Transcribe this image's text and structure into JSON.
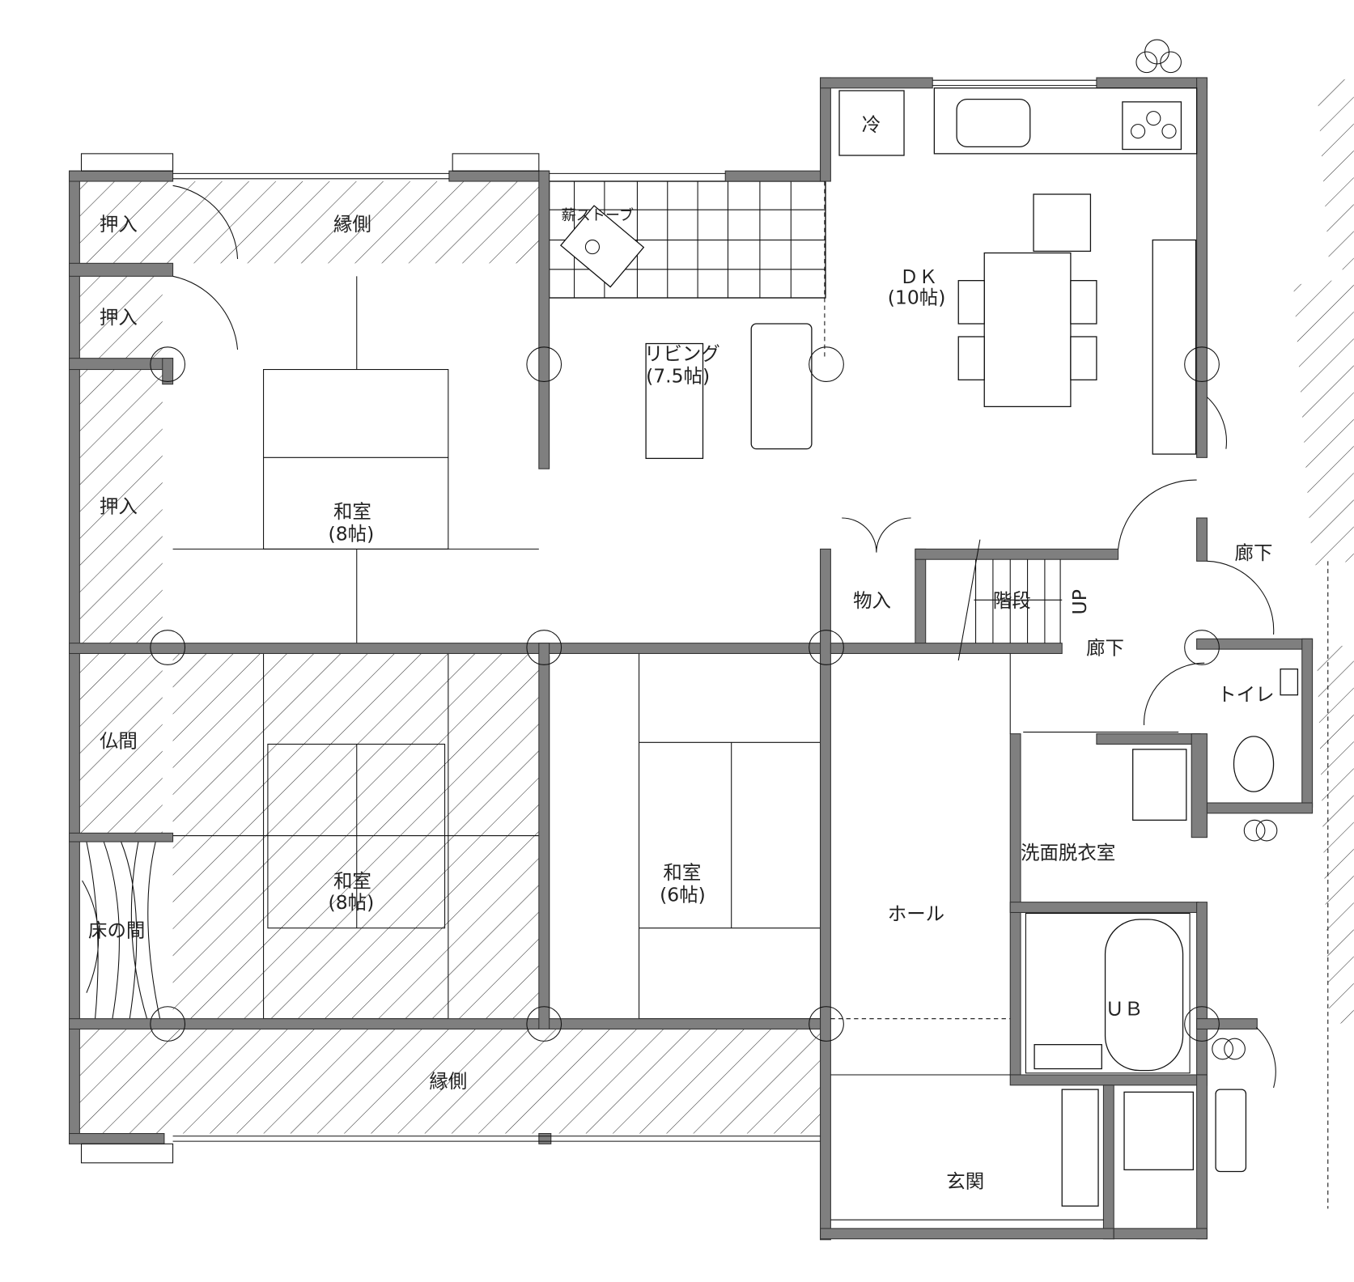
{
  "title": "Floor plan",
  "rooms": {
    "oshiire_1": "押入",
    "oshiire_2": "押入",
    "oshiire_3": "押入",
    "engawa_top": "縁側",
    "engawa_bottom": "縁側",
    "stove": "薪ストーブ",
    "living_name": "リビング",
    "living_size": "(7.5帖)",
    "refrigerator": "冷",
    "dk_name": "ＤＫ",
    "dk_size": "(10帖)",
    "washitsu_a_name": "和室",
    "washitsu_a_size": "(8帖)",
    "washitsu_b_name": "和室",
    "washitsu_b_size": "(8帖)",
    "washitsu_c_name": "和室",
    "washitsu_c_size": "(6帖)",
    "butsuma": "仏間",
    "tokonoma": "床の間",
    "storage": "物入",
    "stairs": "階段",
    "stairs_up": "UP",
    "corridor_1": "廊下",
    "corridor_2": "廊下",
    "toilet": "トイレ",
    "washroom": "洗面脱衣室",
    "hall": "ホール",
    "unit_bath": "ＵＢ",
    "entrance": "玄関"
  },
  "colors": {
    "wall": "#7f7f7f",
    "line": "#111111"
  }
}
